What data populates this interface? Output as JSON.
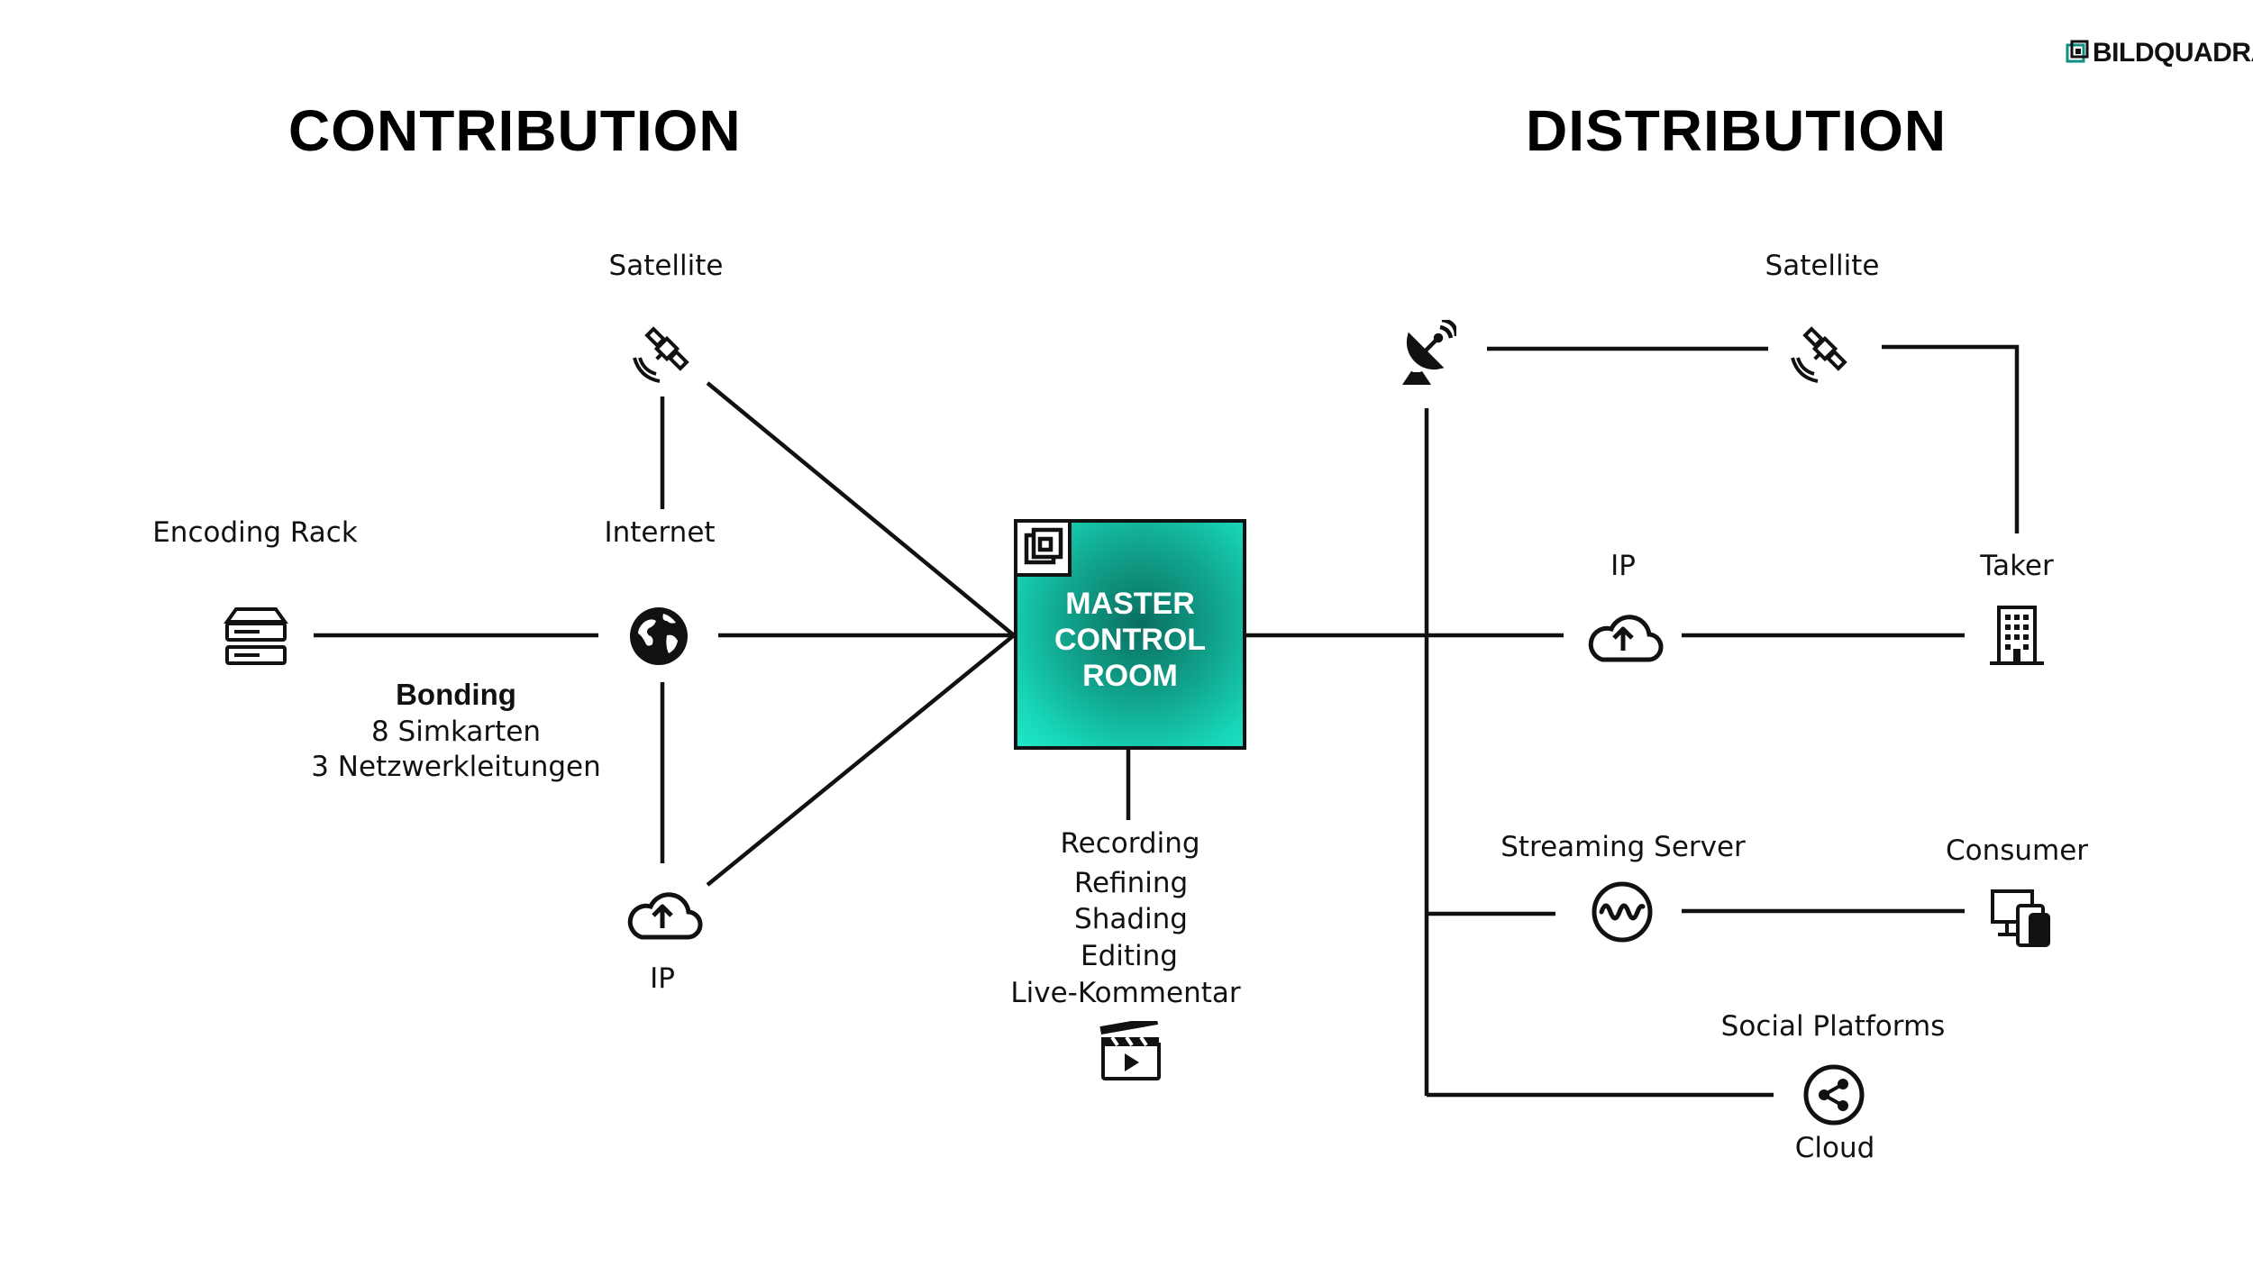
{
  "brand": {
    "name": "BILDQUADRAT"
  },
  "headings": {
    "contribution": "CONTRIBUTION",
    "distribution": "DISTRIBUTION"
  },
  "contribution": {
    "satellite": "Satellite",
    "encoding_rack": "Encoding Rack",
    "internet": "Internet",
    "ip": "IP",
    "bonding": {
      "title": "Bonding",
      "line1": "8 Simkarten",
      "line2": "3 Netzwerkleitungen"
    }
  },
  "center": {
    "line1": "MASTER",
    "line2": "CONTROL",
    "line3": "ROOM",
    "tasks": [
      "Recording",
      "Refining",
      "Shading",
      "Editing",
      "Live-Kommentar"
    ]
  },
  "distribution": {
    "satellite": "Satellite",
    "ip": "IP",
    "taker": "Taker",
    "streaming_server": "Streaming Server",
    "consumer": "Consumer",
    "social_platforms": "Social Platforms",
    "cloud": "Cloud"
  },
  "colors": {
    "accent_teal": "#17d6b8",
    "line": "#111111"
  },
  "icons": [
    "satellite-icon",
    "server-rack-icon",
    "globe-icon",
    "cloud-upload-icon",
    "clapperboard-icon",
    "satellite-dish-icon",
    "building-icon",
    "streaming-wave-icon",
    "devices-icon",
    "share-icon"
  ]
}
